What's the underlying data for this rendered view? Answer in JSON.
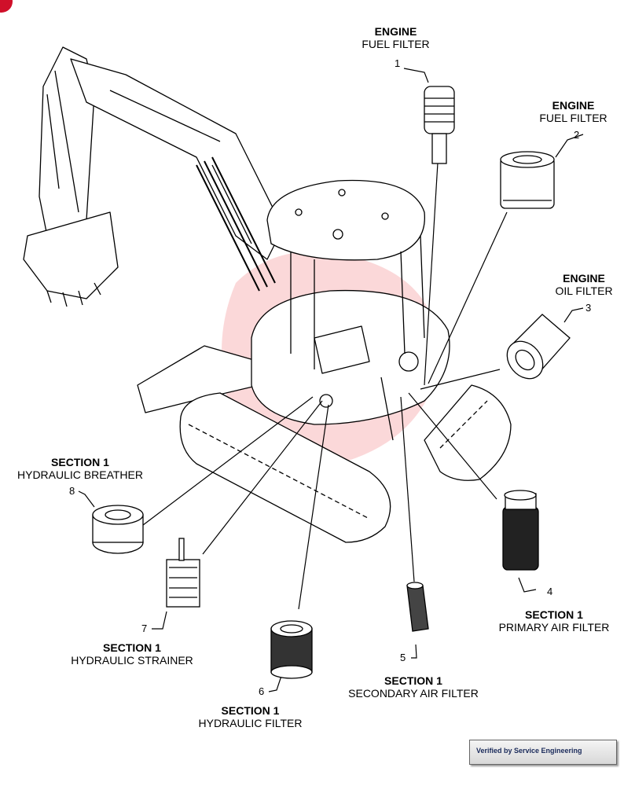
{
  "labels": [
    {
      "num": "1",
      "section": "ENGINE",
      "name": "FUEL FILTER"
    },
    {
      "num": "2",
      "section": "ENGINE",
      "name": "FUEL FILTER"
    },
    {
      "num": "3",
      "section": "ENGINE",
      "name": "OIL FILTER"
    },
    {
      "num": "4",
      "section": "SECTION 1",
      "name": "PRIMARY AIR FILTER"
    },
    {
      "num": "5",
      "section": "SECTION 1",
      "name": "SECONDARY AIR FILTER"
    },
    {
      "num": "6",
      "section": "SECTION 1",
      "name": "HYDRAULIC FILTER"
    },
    {
      "num": "7",
      "section": "SECTION 1",
      "name": "HYDRAULIC STRAINER"
    },
    {
      "num": "8",
      "section": "SECTION 1",
      "name": "HYDRAULIC BREATHER"
    }
  ],
  "badge": {
    "text": "Verified by Service Engineering"
  },
  "colors": {
    "watermark": "#e8262f",
    "badge_check": "#3a9a3a",
    "corner_mark": "#d0102a"
  }
}
